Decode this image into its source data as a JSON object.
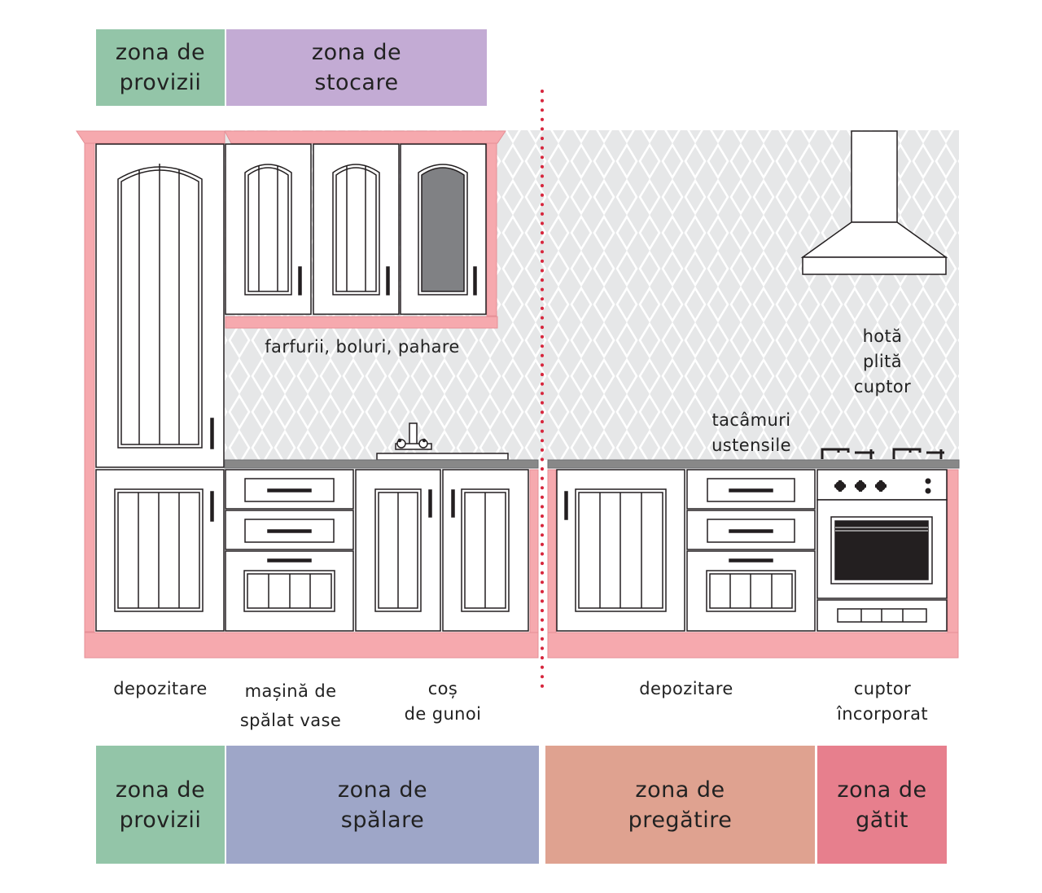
{
  "top_zones": [
    {
      "label": "zona de\nprovizii",
      "color": "#93c5a8"
    },
    {
      "label": "zona de\nstocare",
      "color": "#c3abd4"
    }
  ],
  "bottom_zones": [
    {
      "label": "zona de\nprovizii",
      "color": "#93c5a8"
    },
    {
      "label": "zona de\nspălare",
      "color": "#9ea6c8"
    },
    {
      "label": "zona de\npregătire",
      "color": "#dfa290"
    },
    {
      "label": "zona de\ngătit",
      "color": "#e77f8d"
    }
  ],
  "labels": {
    "upper_cabinets": "farfurii, boluri, pahare",
    "cooking_area": "hotă\nplită\ncuptor",
    "prep_counter": "tacâmuri\nustensile",
    "pantry_storage": "depozitare",
    "dishwasher": "mașină de\nspălat vase",
    "trash_bin": "coș\nde gunoi",
    "prep_storage": "depozitare",
    "built_in_oven": "cuptor\nîncorporat"
  },
  "colors": {
    "frame_pink": "#f6a9ae",
    "countertop": "#888888",
    "divider_red": "#d7263d",
    "wall_pattern": "#e6e7e8"
  }
}
